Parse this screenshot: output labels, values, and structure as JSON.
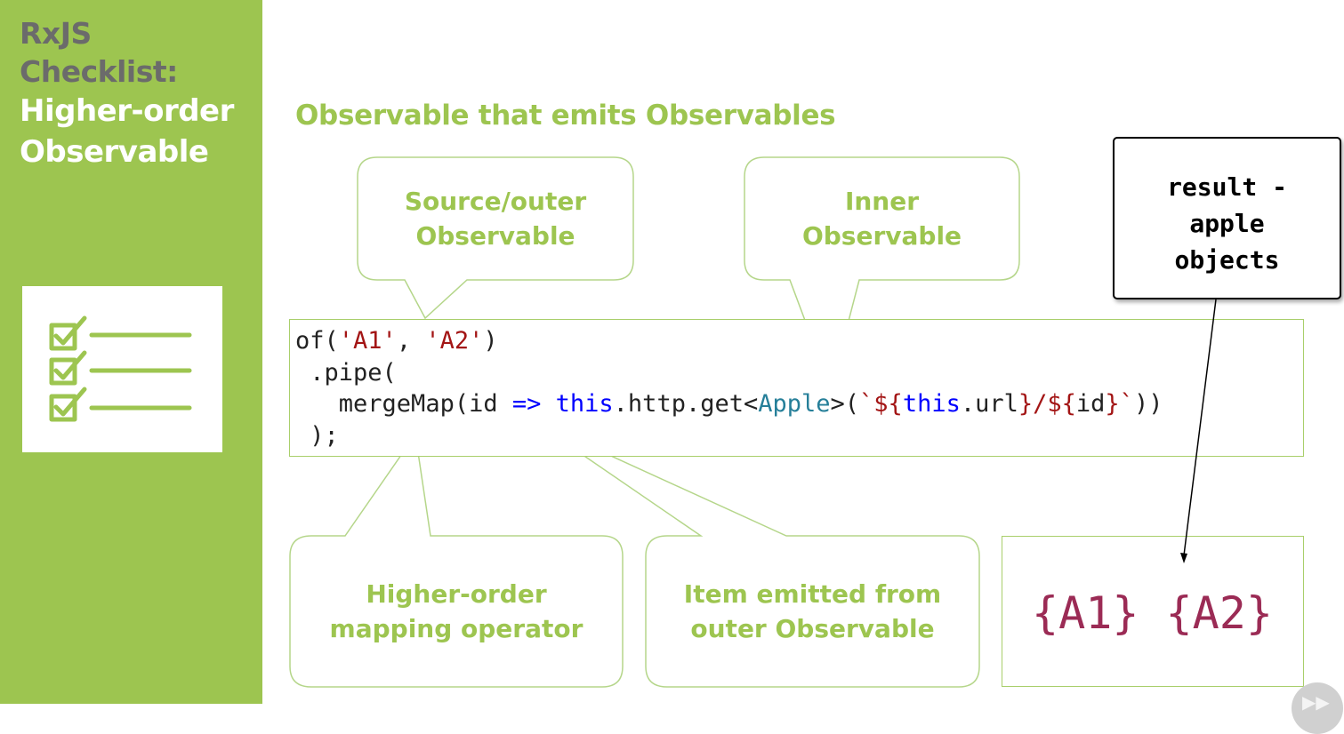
{
  "sidebar": {
    "title_line_1": "RxJS\nChecklist:",
    "title_line_2": "Higher-order\nObservable",
    "checklist_icon": "checklist-icon"
  },
  "main": {
    "heading": "Observable that emits Observables"
  },
  "callouts": {
    "source_outer": "Source/outer\nObservable",
    "inner": "Inner\nObservable",
    "operator": "Higher-order\nmapping operator",
    "item_emitted": "Item emitted from\nouter Observable"
  },
  "code": {
    "line1": {
      "fn": "of",
      "open": "(",
      "s1": "'A1'",
      "sep": ", ",
      "s2": "'A2'",
      "close": ")"
    },
    "line2": " .pipe(",
    "line3": {
      "indent": "   ",
      "op": "mergeMap",
      "open": "(",
      "param": "id",
      "arrow": " => ",
      "this": "this",
      "call": ".http.get<",
      "type": "Apple",
      "gt": ">(",
      "tpl_start": "`${",
      "tpl_this": "this",
      "tpl_url": ".url",
      "tpl_mid": "}/${",
      "tpl_id": "id",
      "tpl_end": "}`",
      "close": "))"
    },
    "line4": " );"
  },
  "result_note": {
    "text": "result -\napple\nobjects"
  },
  "output": {
    "text": "{A1} {A2}"
  },
  "colors": {
    "accent_green": "#9dc550",
    "border_green": "#a9cf6b",
    "string_red": "#a31515",
    "keyword_blue": "#0000ff",
    "type_teal": "#267f99",
    "output_magenta": "#9b2b55"
  },
  "next_icon": "fast-forward-icon"
}
